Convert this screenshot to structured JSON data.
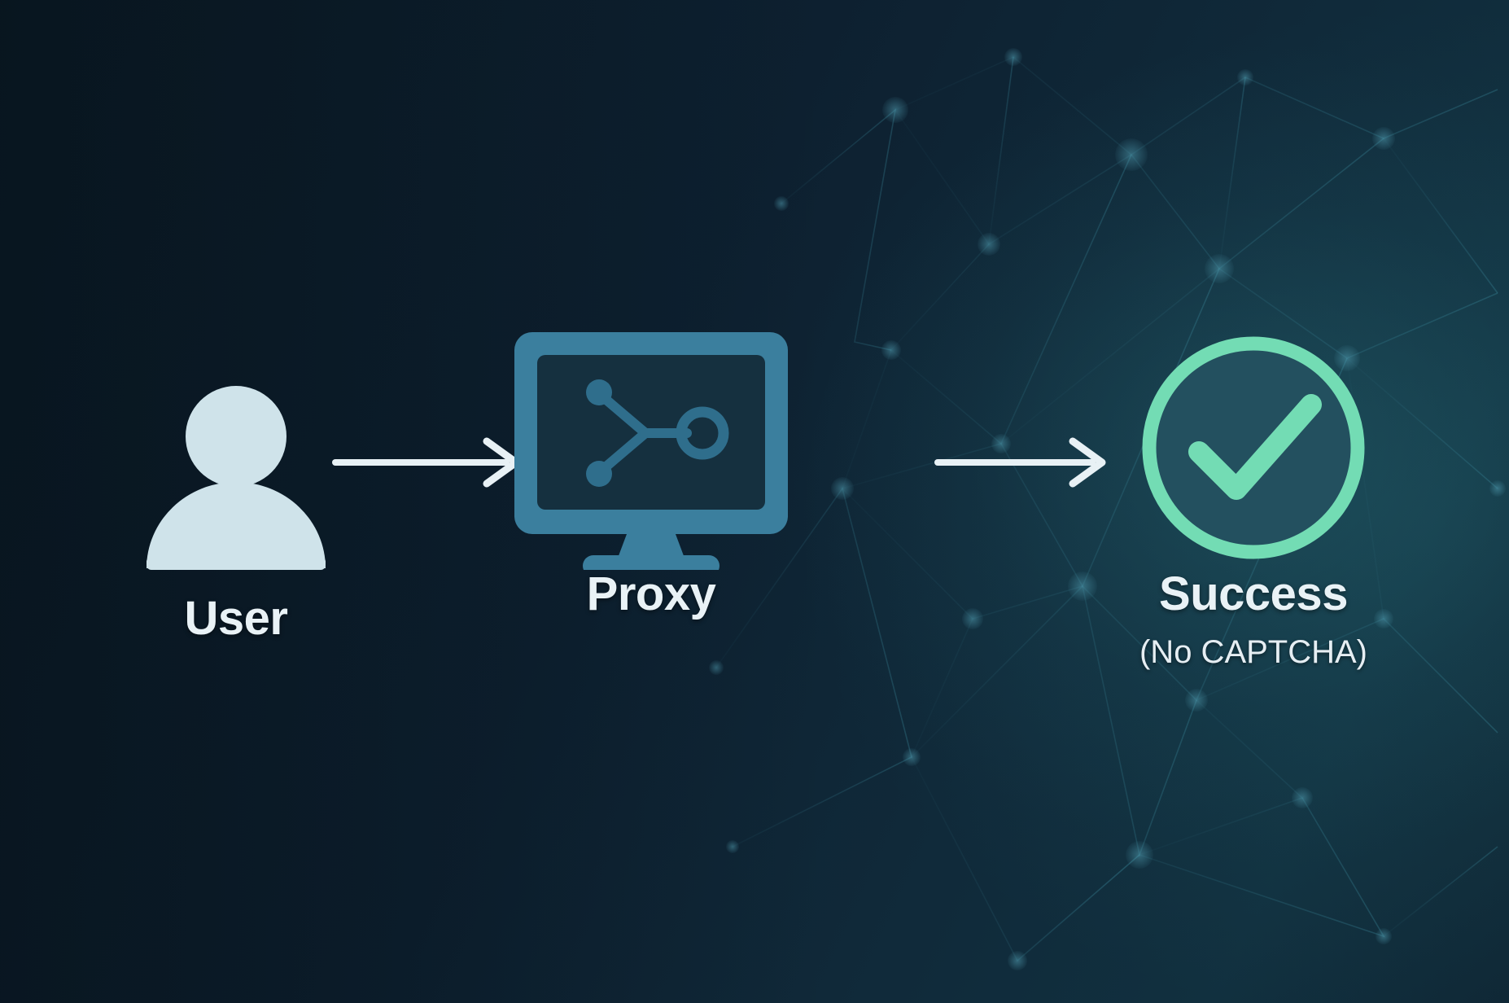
{
  "diagram": {
    "title": "User to Proxy to Success flow",
    "background_color": "#0d2030",
    "accent_success_color": "#73dcb4",
    "accent_proxy_color": "#3b7f9e",
    "accent_user_color": "#cfe3ea",
    "arrow_color": "#e8f1f5"
  },
  "nodes": [
    {
      "id": "user",
      "label": "User",
      "sublabel": "",
      "icon": "user-avatar-icon"
    },
    {
      "id": "proxy",
      "label": "Proxy",
      "sublabel": "",
      "icon": "monitor-network-icon"
    },
    {
      "id": "success",
      "label": "Success",
      "sublabel": "(No CAPTCHA)",
      "icon": "check-circle-icon"
    }
  ],
  "connectors": [
    {
      "id": "arrow-1",
      "from": "user",
      "to": "proxy",
      "icon": "arrow-right-icon"
    },
    {
      "id": "arrow-2",
      "from": "proxy",
      "to": "success",
      "icon": "arrow-right-icon"
    }
  ]
}
